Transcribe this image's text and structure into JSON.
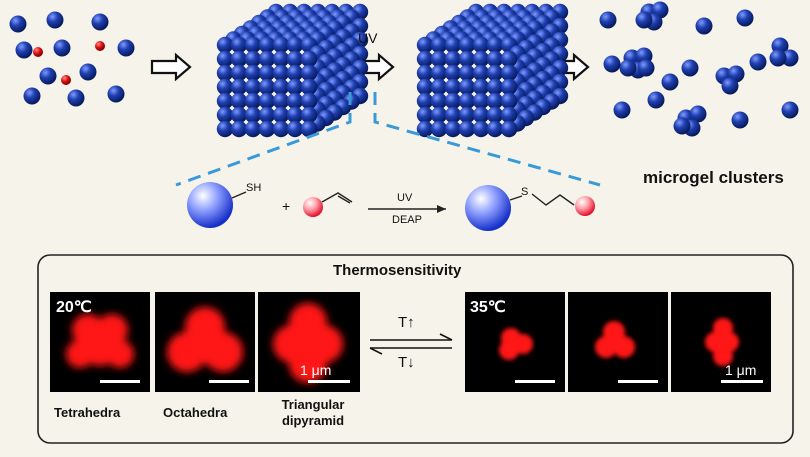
{
  "scheme": {
    "uv_label": "UV",
    "result_label": "microgel clusters"
  },
  "reaction": {
    "thiol_label": "SH",
    "plus": "+",
    "condition_top": "UV",
    "condition_bottom": "DEAP",
    "product_linker_atom": "S"
  },
  "thermo": {
    "title": "Thermosensitivity",
    "low_temp": "20℃",
    "high_temp": "35℃",
    "heat_arrow": "T↑",
    "cool_arrow": "T↓",
    "scale_bar": "1 μm",
    "shapes": [
      "Tetrahedra",
      "Octahedra",
      "Triangular dipyramid"
    ]
  },
  "colors": {
    "sphere_blue": "#1f3fa8",
    "sphere_red": "#e01010",
    "dashed_line": "#3a9ad9",
    "micrograph_bg": "#000000",
    "fluorescence": "#ff1010"
  }
}
